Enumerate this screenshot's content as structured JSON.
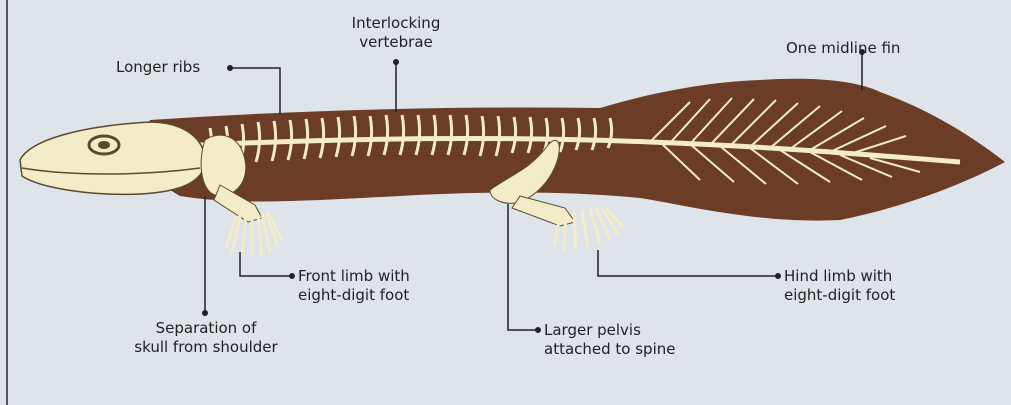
{
  "labels": {
    "longer_ribs": "Longer ribs",
    "interlocking_vertebrae": [
      "Interlocking",
      "vertebrae"
    ],
    "one_midline_fin": "One midline fin",
    "front_limb": [
      "Front limb with",
      "eight-digit foot"
    ],
    "hind_limb": [
      "Hind limb with",
      "eight-digit foot"
    ],
    "separation": [
      "Separation of",
      "skull from shoulder"
    ],
    "larger_pelvis": [
      "Larger pelvis",
      "attached to spine"
    ]
  },
  "colors": {
    "background": "#dfe3ea",
    "body": "#6b3d27",
    "bone": "#f4ecc8",
    "leader": "#222222"
  }
}
